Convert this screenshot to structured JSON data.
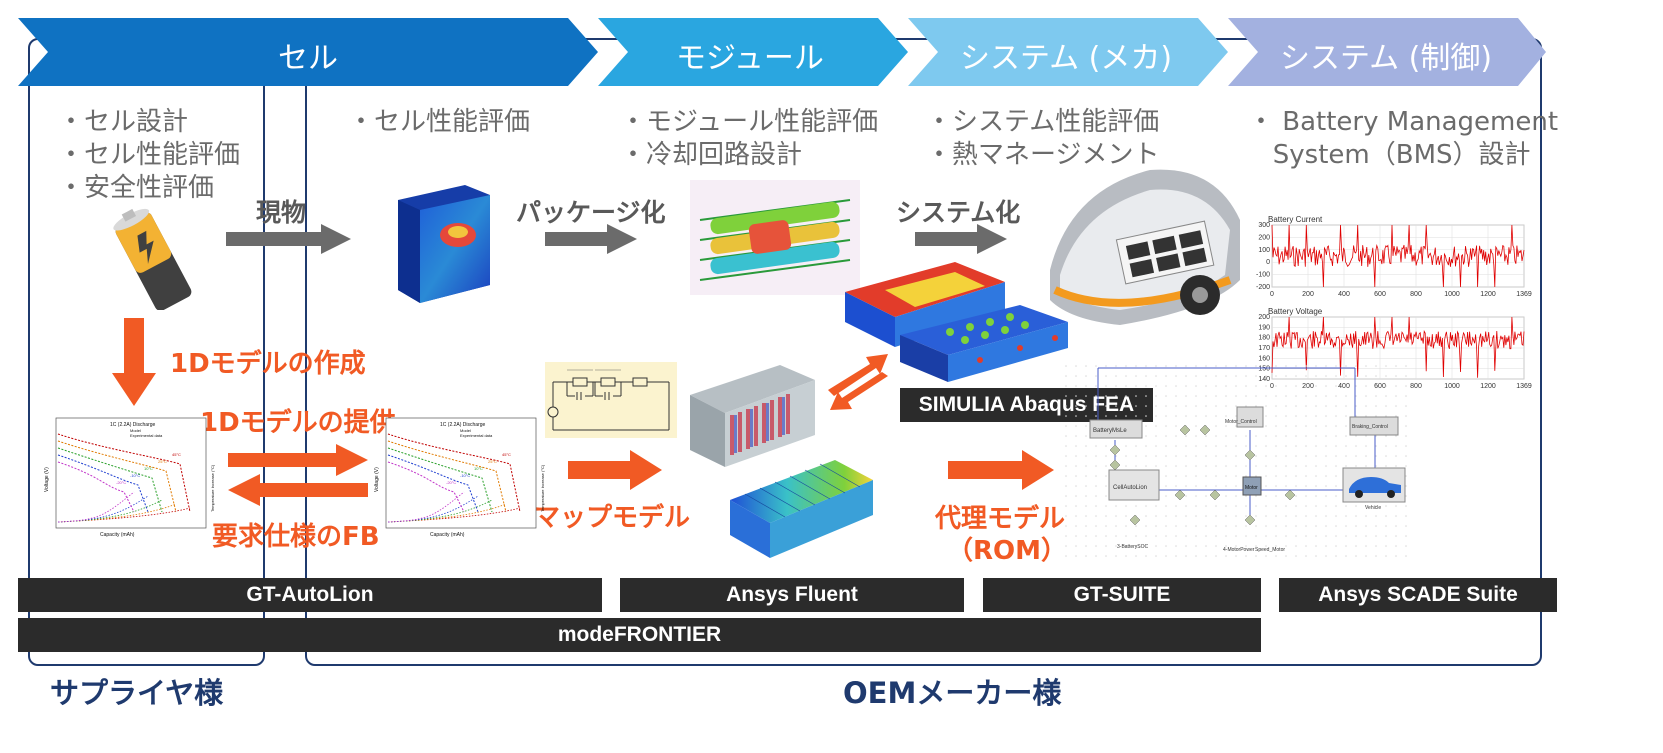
{
  "stages": [
    {
      "label": "セル",
      "color": "#0f72c2"
    },
    {
      "label": "モジュール",
      "color": "#2aa6e0"
    },
    {
      "label": "システム (メカ)",
      "color": "#7ec9ef"
    },
    {
      "label": "システム (制御)",
      "color": "#a3b1e0"
    }
  ],
  "bullets": {
    "supplier_cell": "・セル設計\n・セル性能評価\n・安全性評価",
    "oem_cell": "・セル性能評価",
    "module": "・モジュール性能評価\n・冷却回路設計",
    "system_mech": "・システム性能評価\n・熱マネージメント",
    "system_ctrl": "・ Battery Management\n   System（BMS）設計"
  },
  "flow_labels": {
    "genbutsu": "現物",
    "package": "パッケージ化",
    "systemize": "システム化"
  },
  "orange_labels": {
    "create_1d": "1Dモデルの作成",
    "provide_1d": "1Dモデルの提供",
    "feedback": "要求仕様のFB",
    "map_model": "マップモデル",
    "rom_line1": "代理モデル",
    "rom_line2": "（ROM）"
  },
  "tools": {
    "gt_autolion": "GT-AutoLion",
    "ansys_fluent": "Ansys Fluent",
    "gt_suite": "GT-SUITE",
    "scade": "Ansys SCADE Suite",
    "modefrontier": "modeFRONTIER",
    "abaqus": "SIMULIA Abaqus FEA"
  },
  "groups": {
    "supplier": "サプライヤ様",
    "oem": "OEMメーカー様"
  },
  "discharge_plot": {
    "title": "1C (2.2A) Discharge",
    "legend_model": "Model",
    "legend_exp": "Experimental data",
    "xlabel": "Capacity (mAh)",
    "ylabel": "Voltage (V)",
    "y2label": "Temperature Increase (°C)",
    "temps": [
      "45°C",
      "25°C",
      "10°C",
      "-10°C",
      "-20°C"
    ]
  },
  "bms_charts": {
    "current_title": "Battery Current",
    "voltage_title": "Battery Voltage",
    "x_ticks": [
      "0",
      "200",
      "400",
      "600",
      "800",
      "1000",
      "1200",
      "1369"
    ],
    "current_y_ticks": [
      "300",
      "200",
      "100",
      "0",
      "-100",
      "-200"
    ],
    "voltage_y_ticks": [
      "200",
      "190",
      "180",
      "170",
      "160",
      "150",
      "140"
    ]
  },
  "gt_blocks": {
    "battery": "BatteryMsLe",
    "cell": "CellAutoLion",
    "motor": "Motor",
    "motor_control": "Motor_Control",
    "braking": "Braking_Control",
    "vehicle": "Vehicle",
    "soc": "3-BatterySOC",
    "power": "4-MotorPower",
    "speed": "Speed_Motor"
  }
}
